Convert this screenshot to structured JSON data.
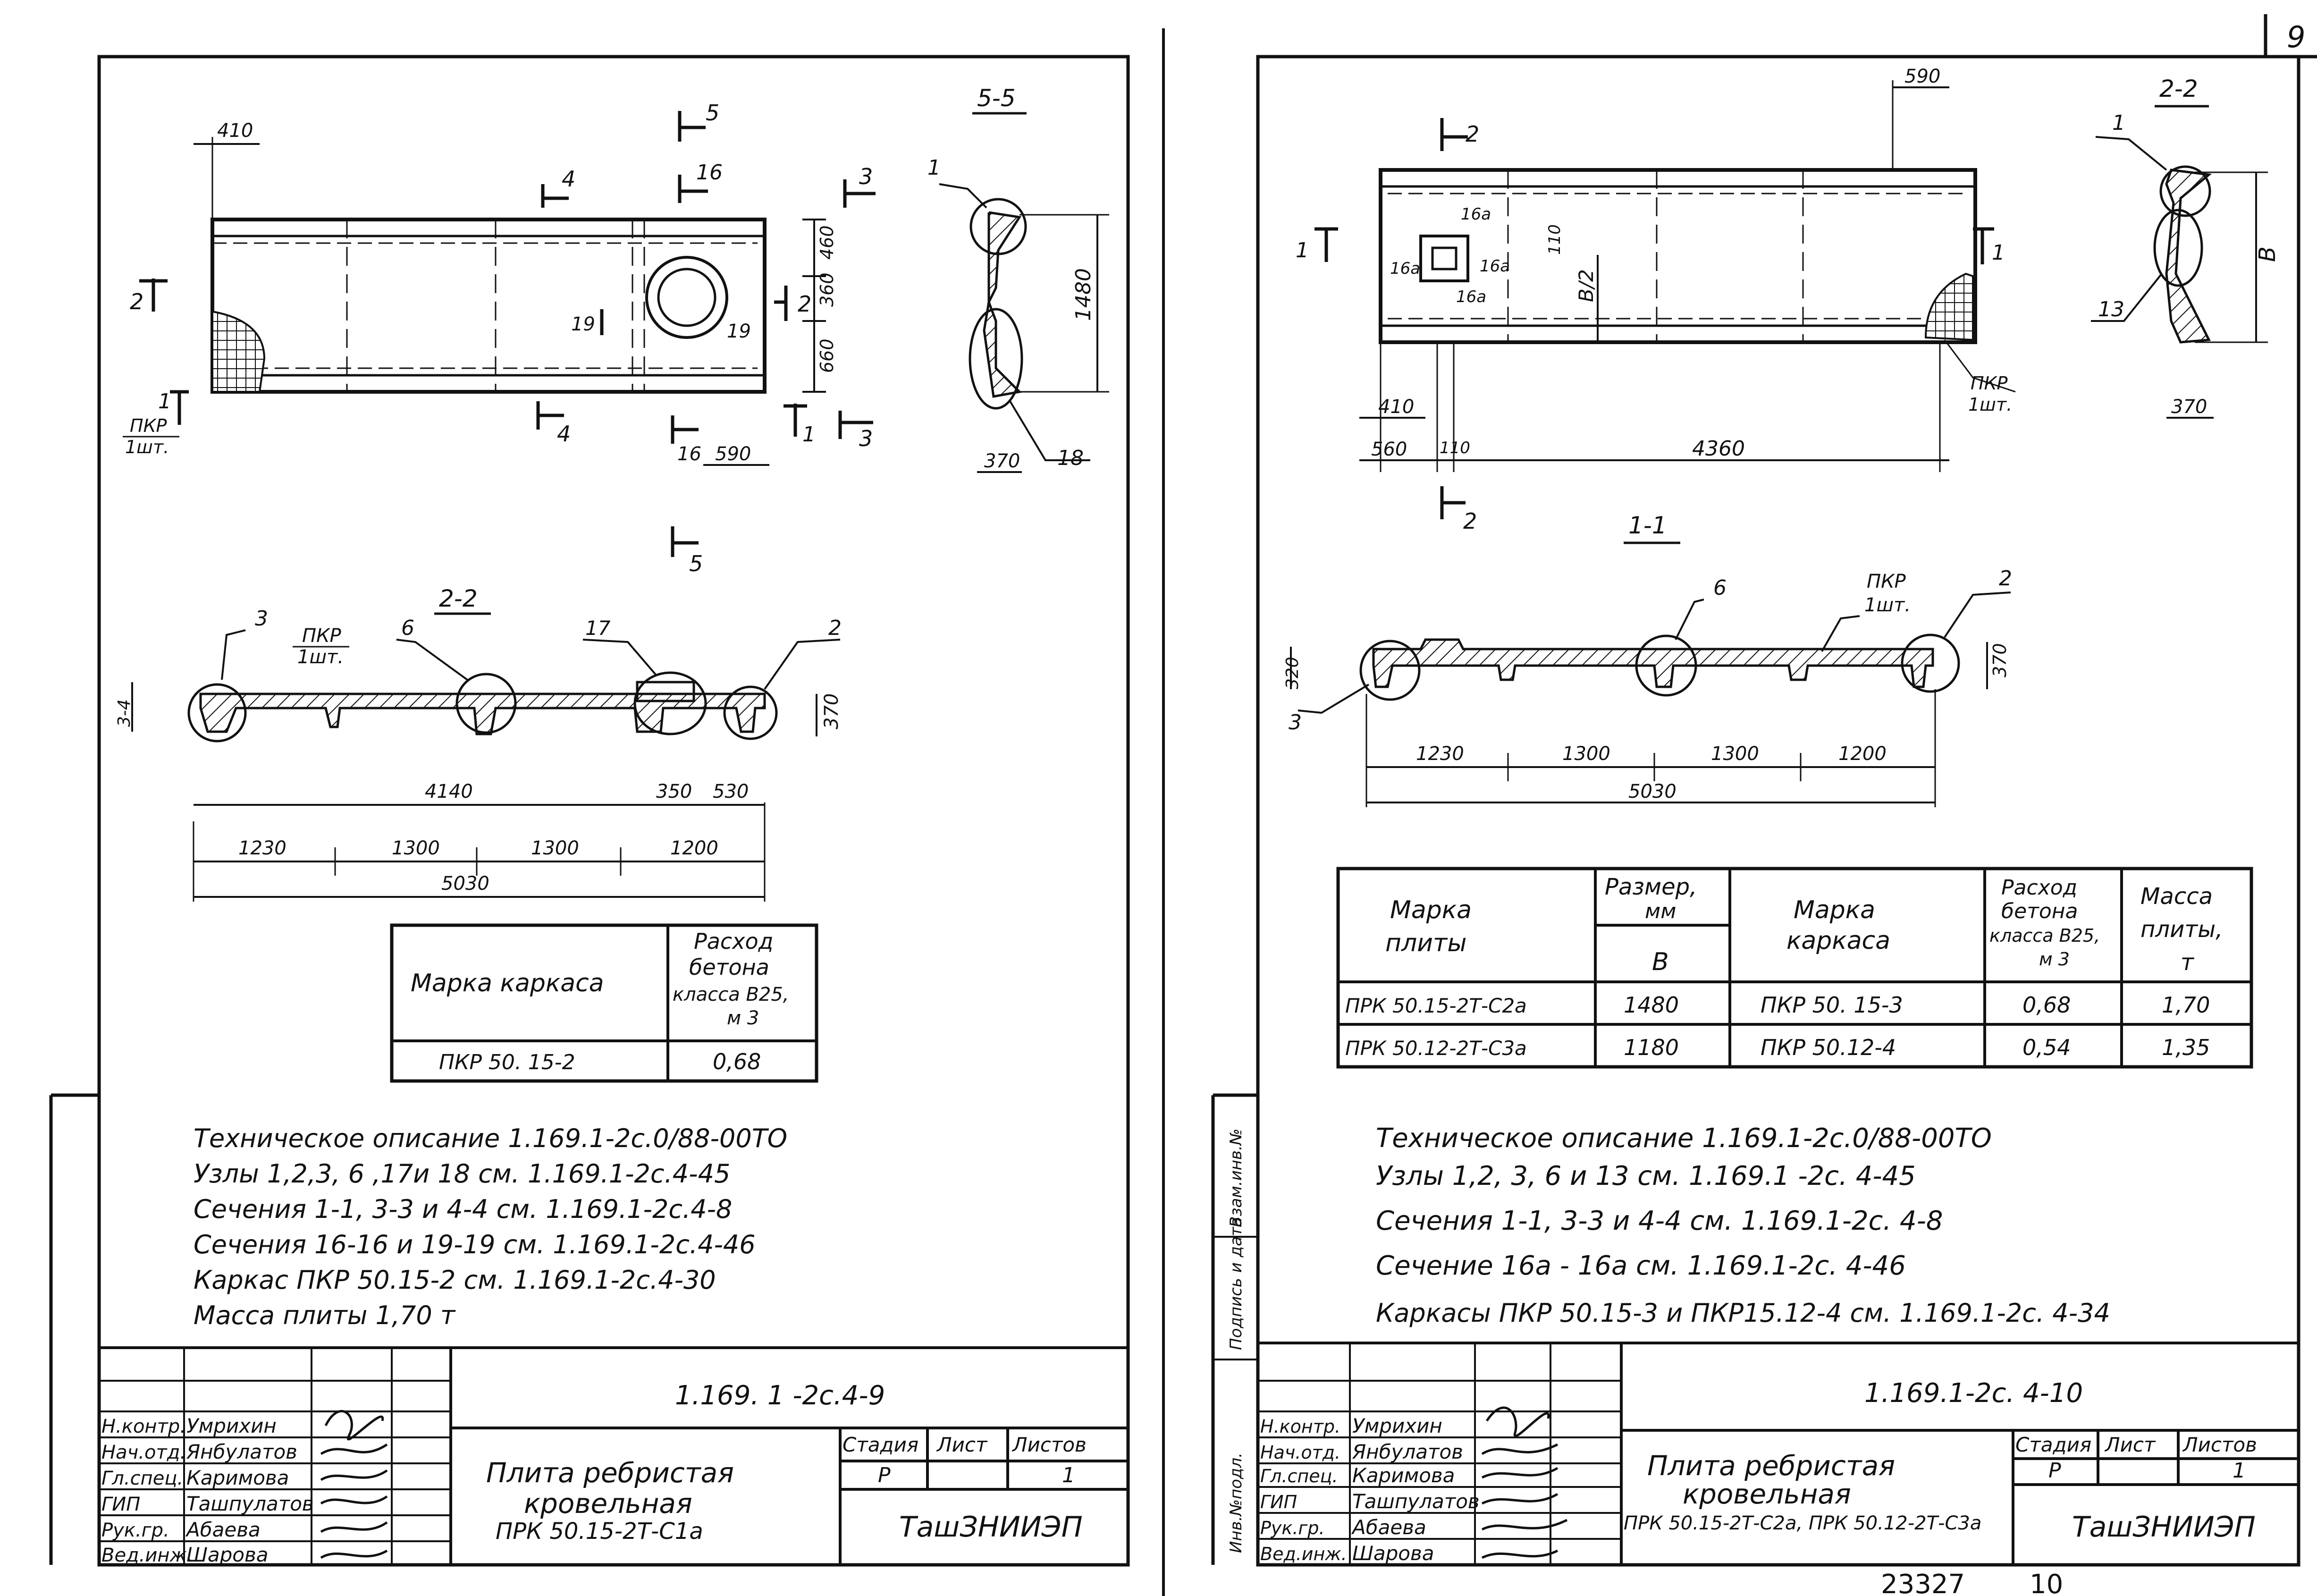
{
  "corner_page": "9",
  "bottom_number": "23327",
  "bottom_sheet": "10",
  "left": {
    "labels": {
      "dim_410": "410",
      "sec_5_top": "5",
      "sec_16_top": "16",
      "sec_4_top": "4",
      "sec_3_top": "3",
      "sec_2_left": "2",
      "sec_19_a": "19",
      "sec_19_b": "19",
      "sec_2_right": "2",
      "dim_460": "460",
      "dim_360": "360",
      "dim_660": "660",
      "sec_1_left": "1",
      "pkr": "ПКР",
      "pkr_qty": "1шт.",
      "sec_4_bottom": "4",
      "sec_16_bottom": "16",
      "dim_590": "590",
      "sec_1_right": "1",
      "sec_3_bottom": "3",
      "sec_5_bottom": "5",
      "view_55": "5-5",
      "node_1": "1",
      "dim_1480": "1480",
      "dim_370": "370",
      "node_18": "18",
      "view_22": "2-2",
      "node_3": "3",
      "pkr2": "ПКР",
      "pkr2_qty": "1шт.",
      "node_6": "6",
      "node_17": "17",
      "node_2": "2",
      "dim_370b": "370",
      "dim_4140": "4140",
      "dim_350": "350",
      "dim_530": "530",
      "dim_1230": "1230",
      "dim_1300a": "1300",
      "dim_1300b": "1300",
      "dim_1200": "1200",
      "dim_5030": "5030",
      "dim_small": "3-4"
    },
    "table": {
      "col1": "Марка каркаса",
      "col2": [
        "Расход",
        "бетона",
        "класса В25,",
        "м 3"
      ],
      "row_mark": "ПКР 50. 15-2",
      "row_value": "0,68"
    },
    "notes": [
      "Техническое описание 1.169.1-2с.0/88-00ТО",
      "Узлы 1,2,3, 6 ,17и 18 см. 1.169.1-2с.4-45",
      "Сечения 1-1, 3-3 и 4-4 см. 1.169.1-2с.4-8",
      "Сечения 16-16 и 19-19 см. 1.169.1-2с.4-46",
      "Каркас ПКР 50.15-2 см. 1.169.1-2с.4-30",
      "Масса плиты 1,70 т"
    ],
    "stamp": {
      "code": "1.169. 1 -2с.4-9",
      "roles": [
        "Н.контр.",
        "Нач.отд.",
        "Гл.спец.",
        "ГИП",
        "Рук.гр.",
        "Вед.инж."
      ],
      "names": [
        "Умрихин",
        "Янбулатов",
        "Каримова",
        "Ташпулатов",
        "Абаева",
        "Шарова"
      ],
      "title_lines": [
        "Плита ребристая",
        "кровельная",
        "ПРК 50.15-2Т-С1а"
      ],
      "stage_h": "Стадия",
      "sheet_h": "Лист",
      "sheets_h": "Листов",
      "stage": "Р",
      "sheet": "",
      "sheets": "1",
      "org": "ТашЗНИИЭП"
    }
  },
  "right": {
    "labels": {
      "dim_590": "590",
      "sec_2_top": "2",
      "sec_1_left": "1",
      "sec_1_right": "1",
      "n16a_1": "16а",
      "n16a_2": "16а",
      "n16a_3": "16а",
      "n16a_4": "16а",
      "dim_110": "110",
      "dim_b2": "В/2",
      "pkr": "ПКР",
      "pkr_qty": "1шт.",
      "dim_410": "410",
      "dim_560": "560",
      "dim_110b": "110",
      "dim_4360": "4360",
      "sec_2_bottom": "2",
      "view_22": "2-2",
      "node_1": "1",
      "node_13": "13",
      "dim_b": "В",
      "dim_370": "370",
      "view_11": "1-1",
      "node_6": "6",
      "pkr2": "ПКР",
      "pkr2_qty": "1шт.",
      "node_2": "2",
      "node_3": "3",
      "dim_320": "320",
      "dim_370b": "370",
      "dim_1230": "1230",
      "dim_1300a": "1300",
      "dim_1300b": "1300",
      "dim_1200": "1200",
      "dim_5030": "5030"
    },
    "side_labels": [
      "Инв.№подл.",
      "Подпись и дата",
      "Взам.инв.№"
    ],
    "table": {
      "h_plate": [
        "Марка",
        "плиты"
      ],
      "h_size": [
        "Размер,",
        "мм"
      ],
      "h_b": "В",
      "h_frame": [
        "Марка",
        "каркаса"
      ],
      "h_conc": [
        "Расход",
        "бетона",
        "класса В25,",
        "м 3"
      ],
      "h_mass": [
        "Масса",
        "плиты,",
        "т"
      ],
      "rows": [
        {
          "plate": "ПРК 50.15-2Т-С2а",
          "b": "1480",
          "frame": "ПКР 50. 15-3",
          "conc": "0,68",
          "mass": "1,70"
        },
        {
          "plate": "ПРК 50.12-2Т-С3а",
          "b": "1180",
          "frame": "ПКР 50.12-4",
          "conc": "0,54",
          "mass": "1,35"
        }
      ]
    },
    "notes": [
      "Техническое описание 1.169.1-2с.0/88-00ТО",
      "Узлы 1,2, 3, 6 и 13 см. 1.169.1 -2с. 4-45",
      "Сечения 1-1, 3-3 и 4-4 см. 1.169.1-2с. 4-8",
      "Сечение 16а - 16а см. 1.169.1-2с. 4-46",
      "Каркасы ПКР 50.15-3 и ПКР15.12-4 см. 1.169.1-2с. 4-34"
    ],
    "stamp": {
      "code": "1.169.1-2с. 4-10",
      "roles": [
        "Н.контр.",
        "Нач.отд.",
        "Гл.спец.",
        "ГИП",
        "Рук.гр.",
        "Вед.инж."
      ],
      "names": [
        "Умрихин",
        "Янбулатов",
        "Каримова",
        "Ташпулатов",
        "Абаева",
        "Шарова"
      ],
      "title_lines": [
        "Плита ребристая",
        "кровельная",
        "ПРК 50.15-2Т-С2а, ПРК 50.12-2Т-С3а"
      ],
      "stage_h": "Стадия",
      "sheet_h": "Лист",
      "sheets_h": "Листов",
      "stage": "Р",
      "sheet": "",
      "sheets": "1",
      "org": "ТашЗНИИЭП"
    }
  }
}
